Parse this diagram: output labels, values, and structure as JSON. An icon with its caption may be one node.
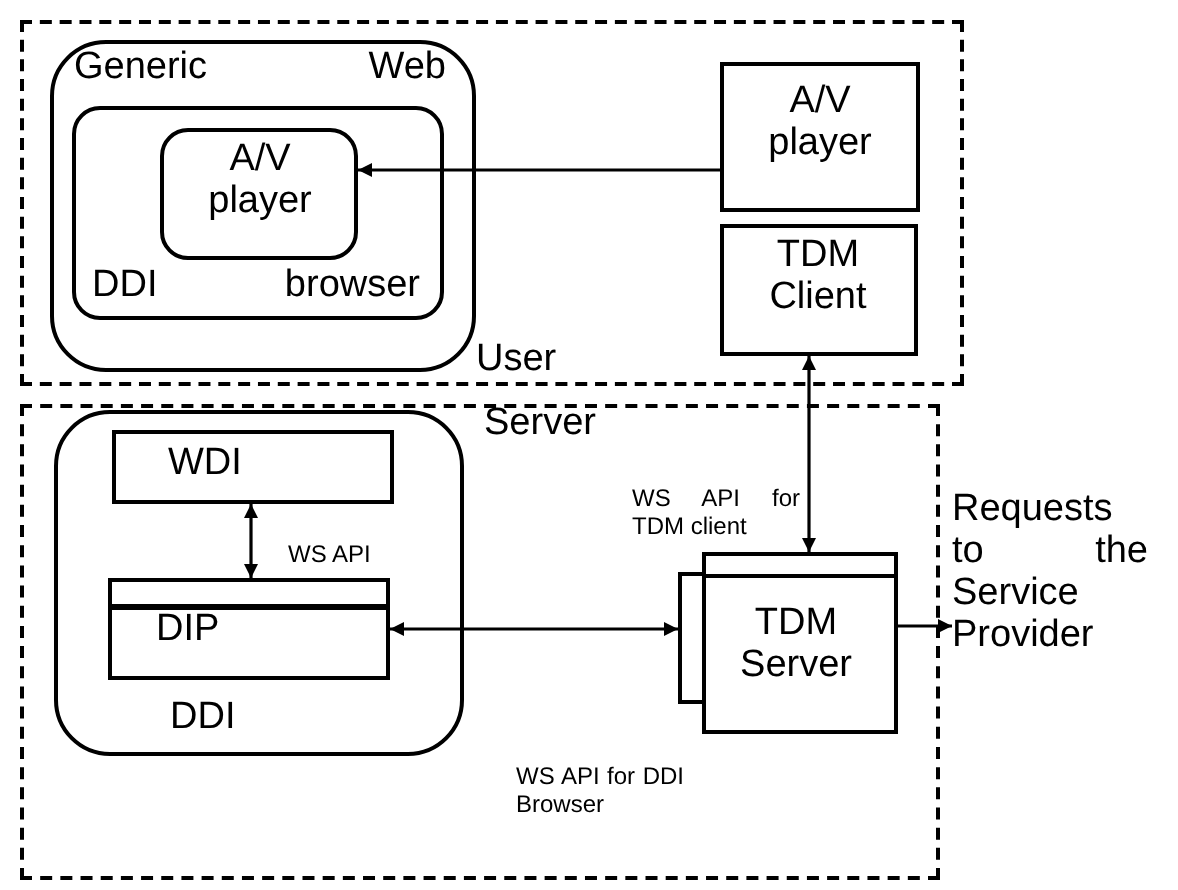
{
  "diagram": {
    "nodes": [
      {
        "text": [
          "User"
        ]
      },
      {
        "text": [
          "Generic Web"
        ],
        "in": 0
      },
      {
        "text": [
          "DDI browser"
        ],
        "in": 1
      },
      {
        "text": [
          "A/V player"
        ],
        "in": 2
      },
      {
        "text": [
          "A/V player"
        ],
        "in": 0
      },
      {
        "text": [
          "TDM Client"
        ],
        "in": 0
      },
      {
        "text": [
          "Server"
        ]
      },
      {
        "text": [
          "DDI"
        ],
        "in": 6
      },
      {
        "text": [
          "WDI"
        ],
        "in": 7
      },
      {
        "text": [
          "DIP"
        ],
        "in": 7,
        "beside": [
          "WS API"
        ]
      },
      {
        "text": [
          "TDM Server"
        ],
        "in": 6,
        "beside": [
          "WS API for TDM client",
          "WS API for DDI Browser"
        ]
      },
      {
        "text": [
          "Requests to the Service Provider"
        ]
      }
    ],
    "edges": [
      {
        "from": 4,
        "to": 3,
        "arrow": "to"
      },
      {
        "from": 10,
        "to": 5,
        "arrow": "both"
      },
      {
        "from": 8,
        "to": 9,
        "arrow": "both"
      },
      {
        "from": 9,
        "to": 10,
        "arrow": "both"
      },
      {
        "from": 10,
        "to": 11,
        "arrow": "to"
      }
    ]
  }
}
